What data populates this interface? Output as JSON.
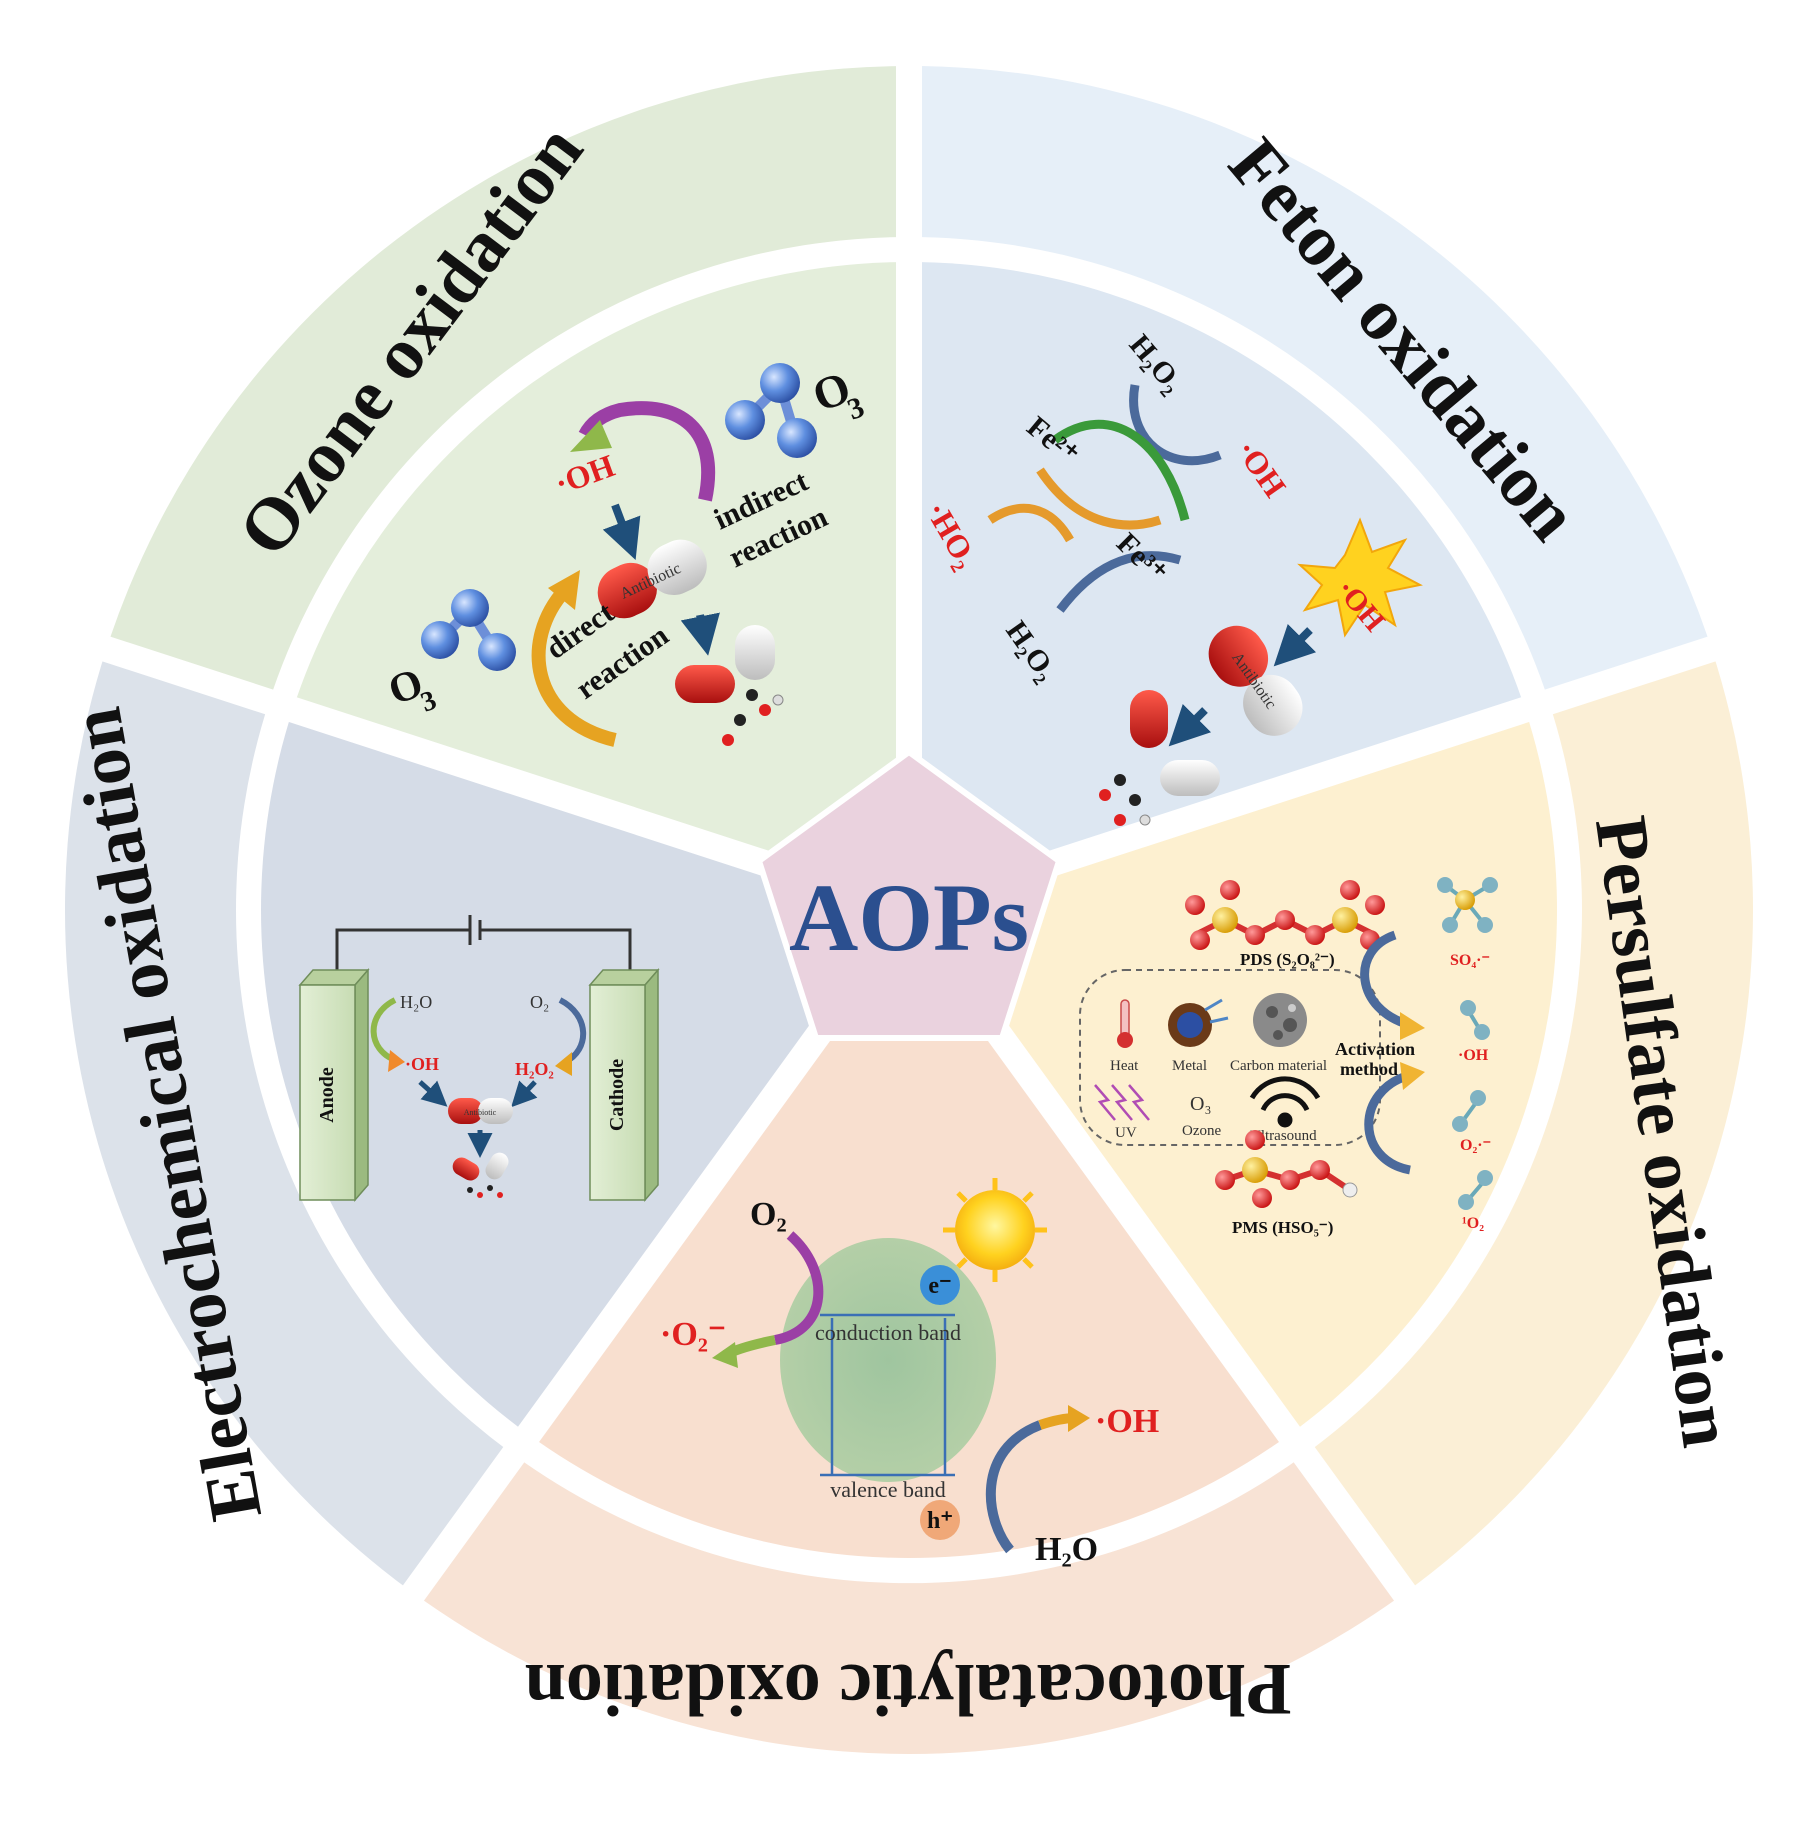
{
  "center": {
    "title": "AOPs"
  },
  "sectors": {
    "ozone": {
      "title": "Ozone oxidation",
      "labels": {
        "oh": "·OH",
        "o3_top": "O",
        "o3_top_sub": "3",
        "o3_bottom": "O",
        "o3_bottom_sub": "3",
        "indirect_1": "indirect",
        "indirect_2": "reaction",
        "direct_1": "direct",
        "direct_2": "reaction",
        "pill_text": "Antibiotic"
      }
    },
    "fenton": {
      "title": "Feton oxidation",
      "labels": {
        "h2o2_top": "H₂O₂",
        "fe2": "Fe²⁺",
        "oh": "·OH",
        "ho2": "·HO₂",
        "fe3": "Fe³⁺",
        "h2o2_bottom": "H₂O₂",
        "oh_burst": "·OH",
        "pill_text": "Antibiotic"
      }
    },
    "persulfate": {
      "title": "Persulfate oxidation",
      "labels": {
        "pds": "PDS  (S₂O₈²⁻)",
        "pms": "PMS  (HSO₅⁻)",
        "heat": "Heat",
        "metal": "Metal",
        "carbon": "Carbon material",
        "uv": "UV",
        "ozone": "Ozone",
        "o3": "O₃",
        "ultrasound": "Ultrasound",
        "activation_1": "Activation",
        "activation_2": "method",
        "so4": "SO₄·⁻",
        "oh": "·OH",
        "o2rad": "O₂·⁻",
        "singlet": "¹O₂"
      }
    },
    "photocatalytic": {
      "title": "Photocatalytic oxidation",
      "labels": {
        "o2": "O₂",
        "o2rad": "·O₂⁻",
        "electron": "e⁻",
        "conduction": "conduction band",
        "valence": "valence band",
        "hole": "h⁺",
        "oh": "·OH",
        "h2o": "H₂O"
      }
    },
    "electrochemical": {
      "title": "Electrochemical oxidation",
      "labels": {
        "anode": "Anode",
        "cathode": "Cathode",
        "h2o": "H₂O",
        "o2": "O₂",
        "oh": "·OH",
        "h2o2": "H₂O₂",
        "pill_text": "Antibiotic"
      }
    }
  },
  "colors": {
    "ozone": "#e4eedb",
    "fenton": "#dde7f2",
    "persulfate": "#fdf0d0",
    "photocatalytic": "#f8dfcf",
    "electrochemical": "#d5dce7",
    "center": "#ead2de",
    "title_blue": "#2b4f8f",
    "radical_red": "#e02020"
  }
}
